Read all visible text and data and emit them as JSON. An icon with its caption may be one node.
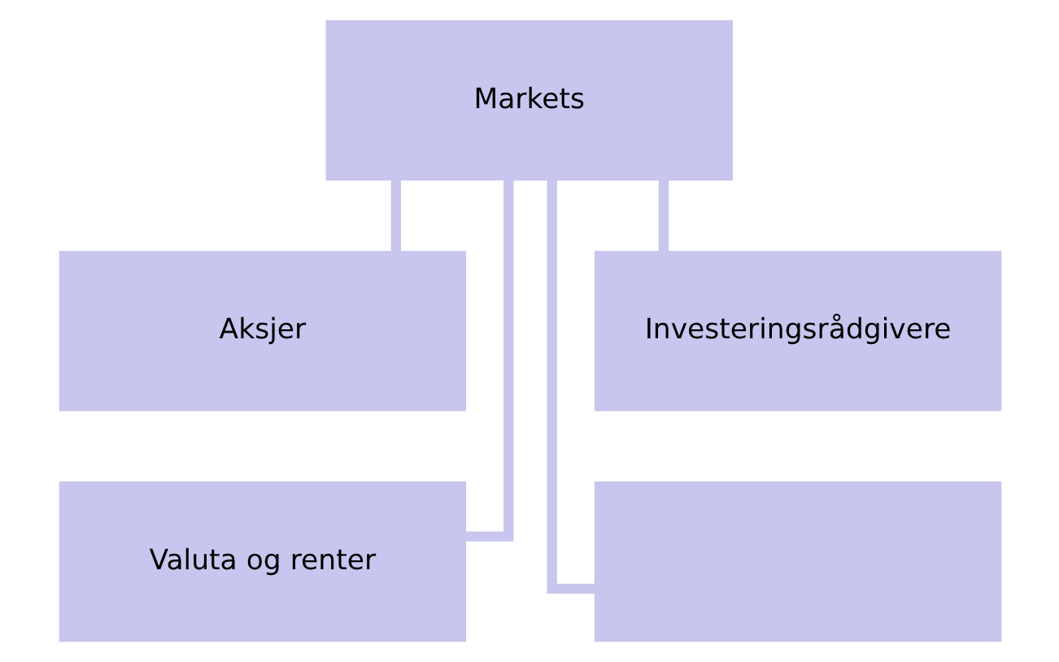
{
  "diagram": {
    "nodes": [
      {
        "text": [
          "Markets"
        ]
      },
      {
        "text": [
          "Aksjer"
        ]
      },
      {
        "text": [
          "Investeringsrådgivere"
        ]
      },
      {
        "text": [
          "Valuta og renter"
        ]
      },
      {
        "text": [],
        "shape": "box"
      }
    ],
    "edges": [
      {
        "from": 0,
        "to": 1,
        "arrow": "none"
      },
      {
        "from": 0,
        "to": 2,
        "arrow": "none"
      },
      {
        "from": 0,
        "to": 3,
        "arrow": "none"
      },
      {
        "from": 0,
        "to": 4,
        "arrow": "none"
      }
    ]
  }
}
